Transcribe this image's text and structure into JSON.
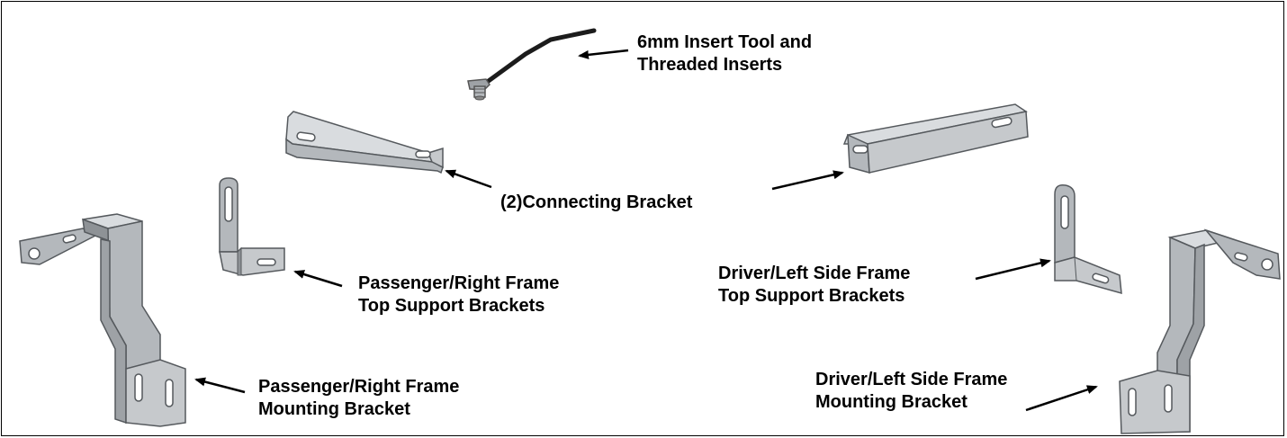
{
  "labels": {
    "insert_tool": [
      "6mm Insert Tool and",
      "Threaded Inserts"
    ],
    "connecting_bracket": "(2)Connecting Bracket",
    "passenger_top_support": [
      "Passenger/Right Frame",
      "Top Support Brackets"
    ],
    "driver_top_support": [
      "Driver/Left Side Frame",
      "Top Support Brackets"
    ],
    "passenger_mounting": [
      "Passenger/Right Frame",
      "Mounting Bracket"
    ],
    "driver_mounting": [
      "Driver/Left Side Frame",
      "Mounting Bracket"
    ]
  },
  "colors": {
    "metal_face": "#b4b8bc",
    "metal_light": "#d9dcdf",
    "metal_dark": "#8e9296",
    "outline": "#55595d",
    "arrow": "#000000"
  }
}
